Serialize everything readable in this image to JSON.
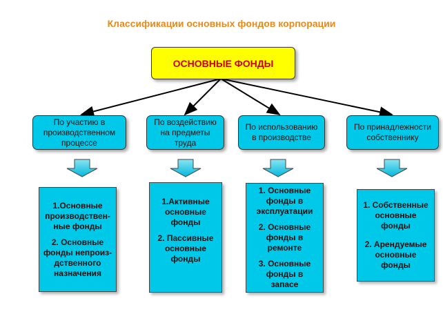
{
  "title": "Классификации основных фондов корпорации",
  "root": {
    "label": "ОСНОВНЫЕ ФОНДЫ"
  },
  "categories": [
    {
      "label": "По участию в\nпроизводственном\nпроцессе",
      "items": [
        "1.Основные\nпроизводствен-\nные фонды",
        "2. Основные\nфонды непроиз-\nдственного\nназначения"
      ]
    },
    {
      "label": "По воздействию\nна предметы\nтруда",
      "items": [
        "1.Активные\nосновные\nфонды",
        "2. Пассивные\nосновные\nфонды"
      ]
    },
    {
      "label": "По использованию\nв производстве",
      "items": [
        "1. Основные\nфонды в\nэксплуатации",
        "2. Основные\nфонды в\nремонте",
        "3. Основные\nфонды в\nзапасе"
      ]
    },
    {
      "label": "По принадлежности\nсобственнику",
      "items": [
        "1. Собственные\nосновные\nфонды",
        "2. Арендуемые\nосновные\nфонды"
      ]
    }
  ],
  "colors": {
    "title": "#e88a1a",
    "root_fill": "#ffff00",
    "root_text": "#cc0000",
    "box_fill": "#00c8e8"
  }
}
